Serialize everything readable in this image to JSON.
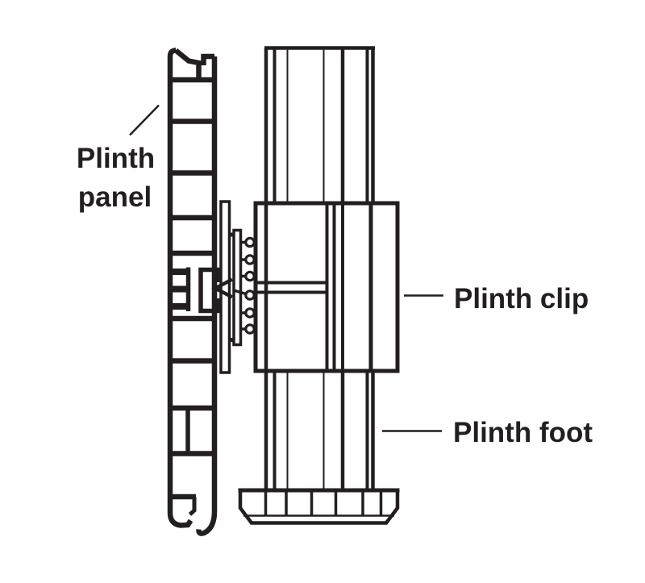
{
  "labels": {
    "panel_line1": "Plinth",
    "panel_line2": "panel",
    "clip": "Plinth clip",
    "foot": "Plinth foot"
  },
  "colors": {
    "line": "#231f20",
    "background": "#ffffff"
  }
}
